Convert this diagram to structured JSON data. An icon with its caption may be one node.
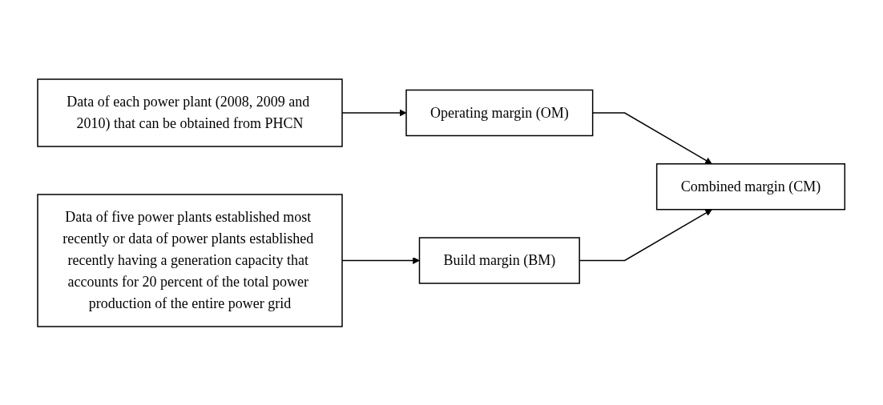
{
  "diagram": {
    "nodes": [
      {
        "text": [
          "Data of each power plant (2008, 2009 and 2010) that can be obtained from PHCN"
        ]
      },
      {
        "text": [
          "Operating margin (OM)"
        ]
      },
      {
        "text": [
          "Data of five power plants established most recently or data of power plants established recently having a generation capacity that accounts for 20 percent of the total power production of the entire power grid"
        ]
      },
      {
        "text": [
          "Build margin (BM)"
        ]
      },
      {
        "text": [
          "Combined margin (CM)"
        ]
      }
    ],
    "edges": [
      {
        "from": 0,
        "to": 1,
        "arrow": "to"
      },
      {
        "from": 1,
        "to": 4,
        "arrow": "to"
      },
      {
        "from": 2,
        "to": 3,
        "arrow": "to"
      },
      {
        "from": 3,
        "to": 4,
        "arrow": "to"
      }
    ]
  }
}
